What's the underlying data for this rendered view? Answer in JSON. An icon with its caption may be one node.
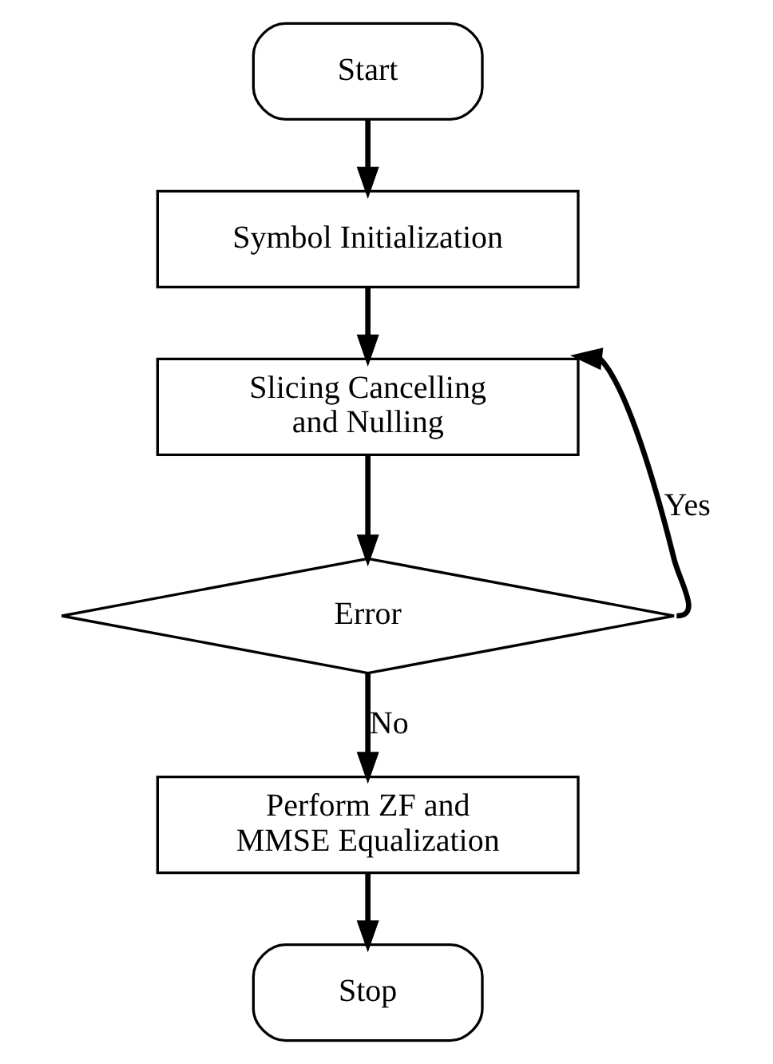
{
  "diagram": {
    "nodes": [
      {
        "text": [
          "Start"
        ]
      },
      {
        "text": [
          "Symbol Initialization"
        ]
      },
      {
        "text": [
          "Slicing Cancelling and Nulling"
        ]
      },
      {
        "text": [
          "Error"
        ]
      },
      {
        "text": [
          "Perform ZF and MMSE Equalization"
        ]
      },
      {
        "text": [
          "Stop"
        ]
      }
    ],
    "edges": [
      {
        "from": 0,
        "to": 1,
        "arrow": "to"
      },
      {
        "from": 1,
        "to": 2,
        "arrow": "to"
      },
      {
        "from": 2,
        "to": 3,
        "arrow": "to"
      },
      {
        "from": 3,
        "to": 2,
        "arrow": "to",
        "label": "Yes"
      },
      {
        "from": 3,
        "to": 4,
        "arrow": "to",
        "label": "No"
      },
      {
        "from": 4,
        "to": 5,
        "arrow": "to"
      }
    ]
  }
}
